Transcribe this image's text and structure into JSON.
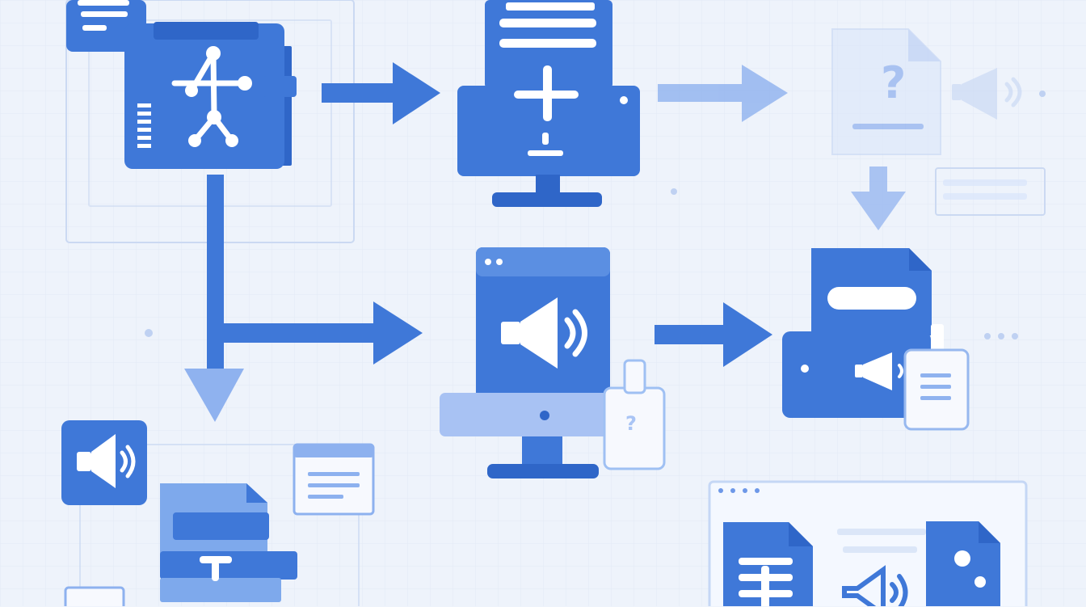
{
  "diagram": {
    "palette": {
      "background": "#eef3fb",
      "grid": "#dfe7f5",
      "primary": "#3f78d8",
      "primary_dark": "#2f66c8",
      "primary_light": "#8fb2ef",
      "pale": "#c9d8f4",
      "paper": "#f7f9fe",
      "white": "#ffffff"
    },
    "nodes": [
      {
        "id": "source-document-graph",
        "icon": "document-network-icon"
      },
      {
        "id": "monitor-document",
        "icon": "monitor-document-icon"
      },
      {
        "id": "unknown-audio-document",
        "icon": "question-document-icon"
      },
      {
        "id": "audio-monitor",
        "icon": "monitor-audio-icon"
      },
      {
        "id": "audio-package",
        "icon": "package-audio-icon"
      },
      {
        "id": "left-audio-stack",
        "icon": "audio-stack-icon"
      },
      {
        "id": "output-window",
        "icon": "window-documents-audio-icon"
      }
    ],
    "edges": [
      {
        "from": "source-document-graph",
        "to": "monitor-document",
        "style": "solid"
      },
      {
        "from": "monitor-document",
        "to": "unknown-audio-document",
        "style": "faded"
      },
      {
        "from": "unknown-audio-document",
        "to": "audio-package",
        "style": "faded"
      },
      {
        "from": "source-document-graph",
        "to": "audio-monitor",
        "style": "solid"
      },
      {
        "from": "audio-monitor",
        "to": "audio-package",
        "style": "solid"
      },
      {
        "from": "source-document-graph",
        "to": "left-audio-stack",
        "style": "light"
      }
    ]
  }
}
